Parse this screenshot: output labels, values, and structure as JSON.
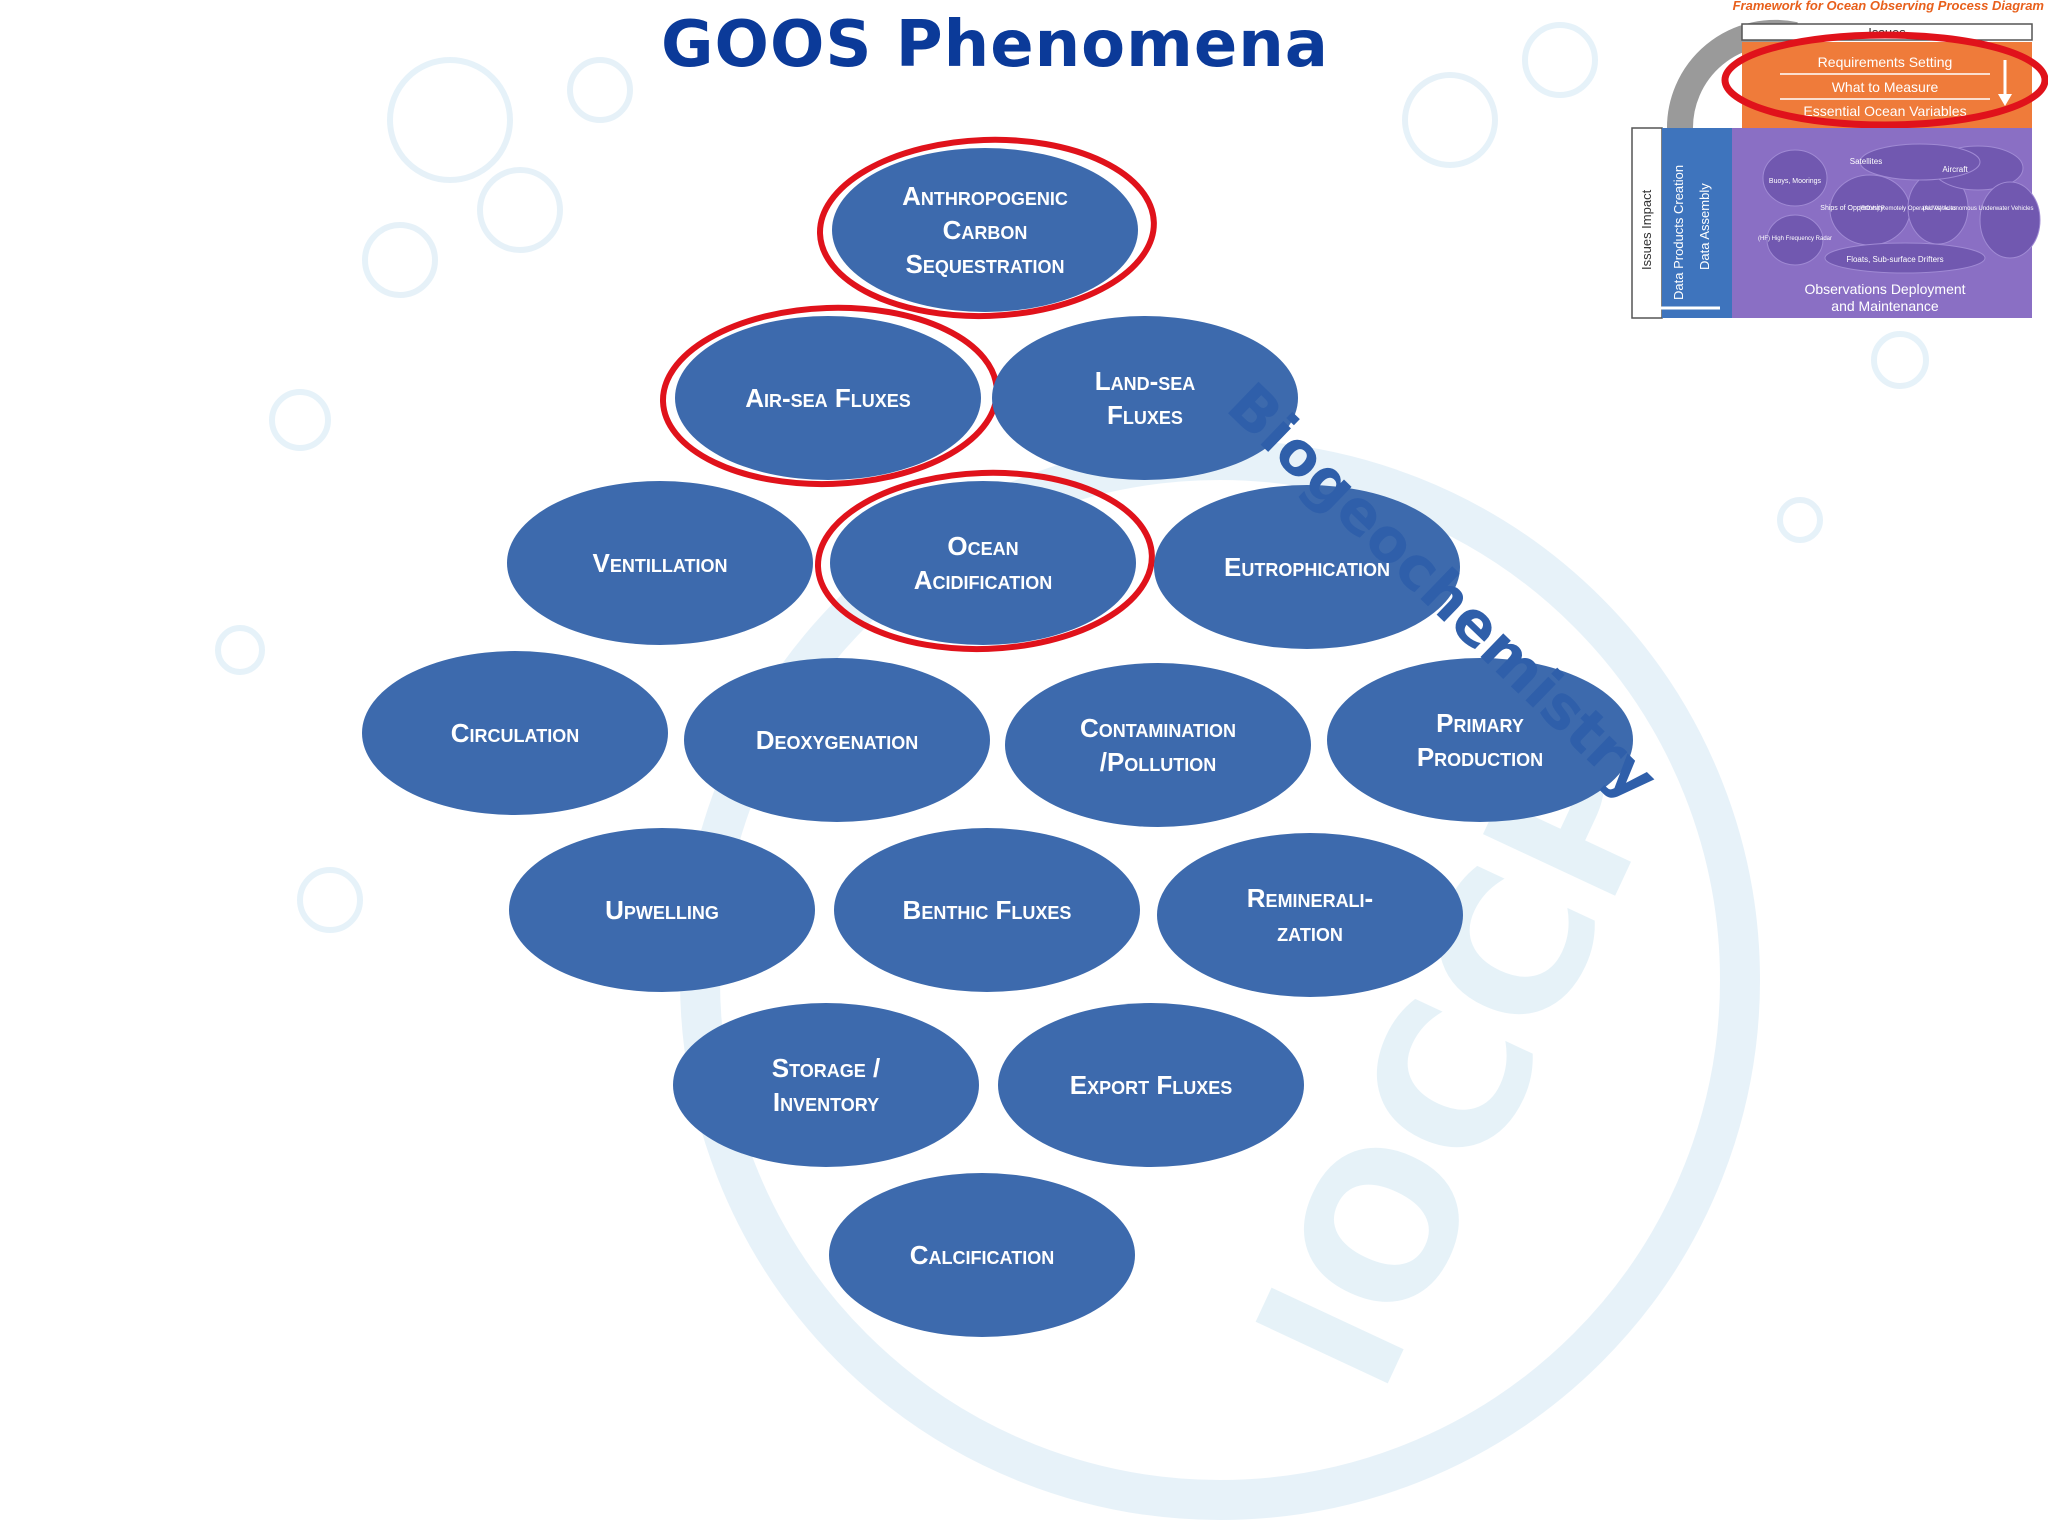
{
  "title": "GOOS Phenomena",
  "side_label": "Biogeochemistry",
  "colors": {
    "ellipse_fill": "#3d6aad",
    "highlight_ring": "#e0121b",
    "title": "#0b3a99",
    "side_label": "#2f5faa"
  },
  "phenomena": [
    {
      "lines": [
        "Anthropogenic",
        "Carbon",
        "Sequestration"
      ],
      "highlighted": true
    },
    {
      "lines": [
        "Air-sea Fluxes"
      ],
      "highlighted": true
    },
    {
      "lines": [
        "Land-sea",
        "Fluxes"
      ],
      "highlighted": false
    },
    {
      "lines": [
        "Ventillation"
      ],
      "highlighted": false
    },
    {
      "lines": [
        "Ocean",
        "Acidification"
      ],
      "highlighted": true
    },
    {
      "lines": [
        "Eutrophication"
      ],
      "highlighted": false
    },
    {
      "lines": [
        "Circulation"
      ],
      "highlighted": false
    },
    {
      "lines": [
        "Deoxygenation"
      ],
      "highlighted": false
    },
    {
      "lines": [
        "Contamination",
        "/Pollution"
      ],
      "highlighted": false
    },
    {
      "lines": [
        "Primary",
        "Production"
      ],
      "highlighted": false
    },
    {
      "lines": [
        "Upwelling"
      ],
      "highlighted": false
    },
    {
      "lines": [
        "Benthic Fluxes"
      ],
      "highlighted": false
    },
    {
      "lines": [
        "Remineralization-split",
        "zation"
      ],
      "highlighted": false,
      "display": [
        "Reminerali-",
        "zation"
      ]
    },
    {
      "lines": [
        "Storage /",
        "Inventory"
      ],
      "highlighted": false
    },
    {
      "lines": [
        "Export Fluxes"
      ],
      "highlighted": false
    },
    {
      "lines": [
        "Calcification"
      ],
      "highlighted": false
    }
  ],
  "framework": {
    "caption": "Framework for Ocean Observing Process Diagram",
    "issues": "Issues",
    "requirements": [
      "Requirements Setting",
      "What to Measure",
      "Essential Ocean Variables"
    ],
    "issues_impact": "Issues Impact",
    "data_products": "Data Products Creation",
    "data_assembly": "Data Assembly",
    "platforms": [
      "Satellites",
      "Aircraft",
      "Buoys, Moorings",
      "Ships of Opportunity",
      "(ROVs) Remotely Operated Vehicles",
      "(AUVs) Autonomous Underwater Vehicles",
      "(HF) High Frequency Radar",
      "Floats, Sub-surface Drifters"
    ],
    "observations": [
      "Observations Deployment",
      "and Maintenance"
    ]
  }
}
